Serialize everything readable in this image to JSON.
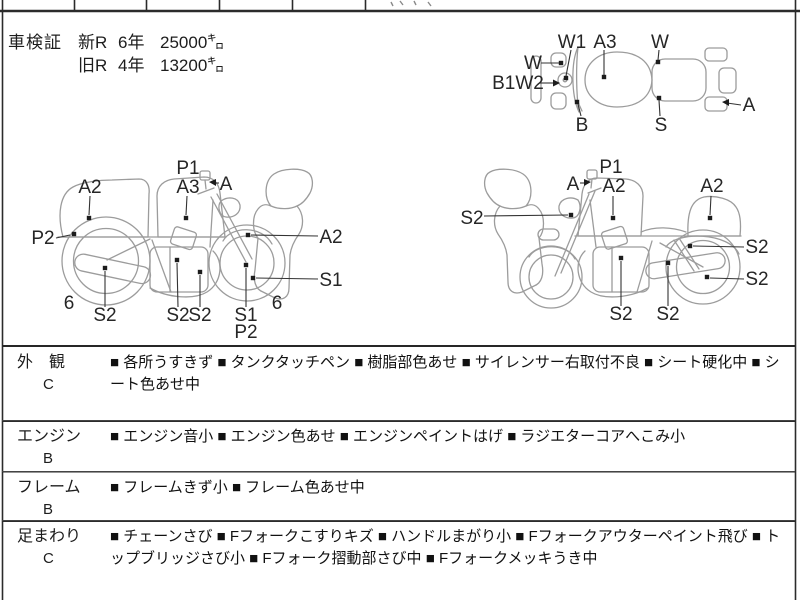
{
  "colors": {
    "ink": "#1d1d1d",
    "sketch": "#9c9c9c",
    "border": "#2b2b2b"
  },
  "registration": {
    "title": "車検証",
    "rows": [
      {
        "era": "新R",
        "year": "6年",
        "mileage": "25000㌔"
      },
      {
        "era": "旧R",
        "year": "4年",
        "mileage": "13200㌔"
      }
    ]
  },
  "diagrams": {
    "top_view": {
      "labels": [
        "W1",
        "A3",
        "W",
        "W",
        "B1W2",
        "B",
        "S",
        "A"
      ]
    },
    "left_side": {
      "labels": [
        "A2",
        "P1",
        "A3",
        "A",
        "P2",
        "A2",
        "S1",
        "6",
        "S2",
        "S2",
        "S2",
        "S1",
        "P2",
        "6"
      ]
    },
    "right_side": {
      "labels": [
        "S2",
        "A",
        "P1",
        "A2",
        "A2",
        "S2",
        "S2",
        "S2",
        "S2"
      ]
    }
  },
  "inspection": {
    "bullet": "■",
    "rows": [
      {
        "section": "外　観",
        "grade": "C",
        "items": [
          "各所うすきず",
          "タンクタッチペン",
          "樹脂部色あせ",
          "サイレンサー右取付不良",
          "シート硬化中",
          "シート色あせ中"
        ]
      },
      {
        "section": "エンジン",
        "grade": "B",
        "items": [
          "エンジン音小",
          "エンジン色あせ",
          "エンジンペイントはげ",
          "ラジエターコアへこみ小"
        ]
      },
      {
        "section": "フレーム",
        "grade": "B",
        "items": [
          "フレームきず小",
          "フレーム色あせ中"
        ]
      },
      {
        "section": "足まわり",
        "grade": "C",
        "items": [
          "チェーンさび",
          "Fフォークこすりキズ",
          "ハンドルまがり小",
          "Fフォークアウターペイント飛び",
          "トップブリッジさび小",
          "Fフォーク摺動部さび中",
          "Fフォークメッキうき中"
        ]
      }
    ]
  }
}
